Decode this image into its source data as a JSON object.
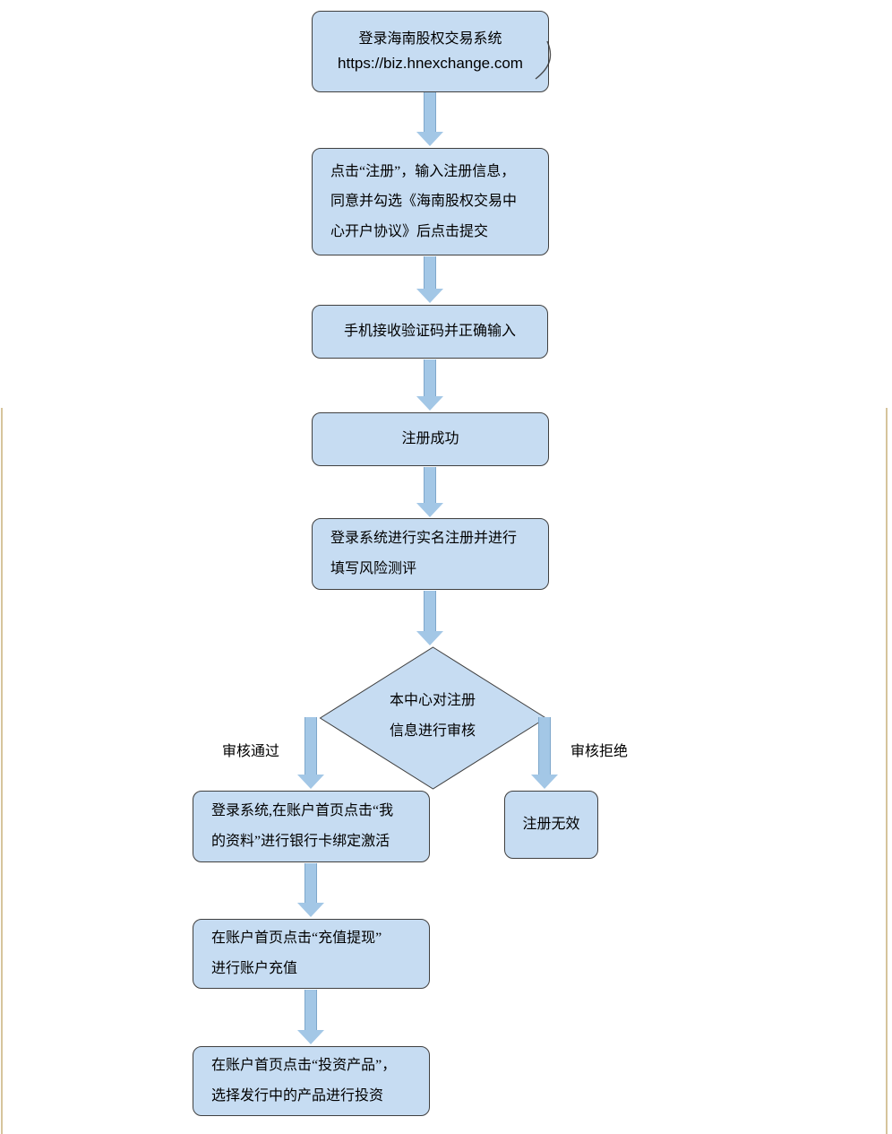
{
  "colors": {
    "node_fill": "#c6dcf2",
    "node_border": "#404040",
    "arrow_fill": "#a3c7e6",
    "arrow_edge": "#7ea7cb",
    "page_edge": "#d6c49c"
  },
  "flowchart": {
    "node_login": {
      "line1": "登录海南股权交易系统",
      "line2": "https://biz.hnexchange.com"
    },
    "node_register": {
      "line1": "点击“注册”，输入注册信息，",
      "line2": "同意并勾选《海南股权交易中",
      "line3": "心开户协议》后点击提交"
    },
    "node_sms": {
      "line1": "手机接收验证码并正确输入"
    },
    "node_success": {
      "line1": "注册成功"
    },
    "node_realname": {
      "line1": "登录系统进行实名注册并进行",
      "line2": "填写风险测评"
    },
    "node_review": {
      "line1": "本中心对注册",
      "line2": "信息进行审核"
    },
    "label_pass": "审核通过",
    "label_reject": "审核拒绝",
    "node_bind": {
      "line1": "登录系统,在账户首页点击“我",
      "line2": "的资料”进行银行卡绑定激活"
    },
    "node_invalid": {
      "line1": "注册无效"
    },
    "node_recharge": {
      "line1": "在账户首页点击“充值提现”",
      "line2": "进行账户充值"
    },
    "node_invest": {
      "line1": "在账户首页点击“投资产品”，",
      "line2": "选择发行中的产品进行投资"
    }
  }
}
